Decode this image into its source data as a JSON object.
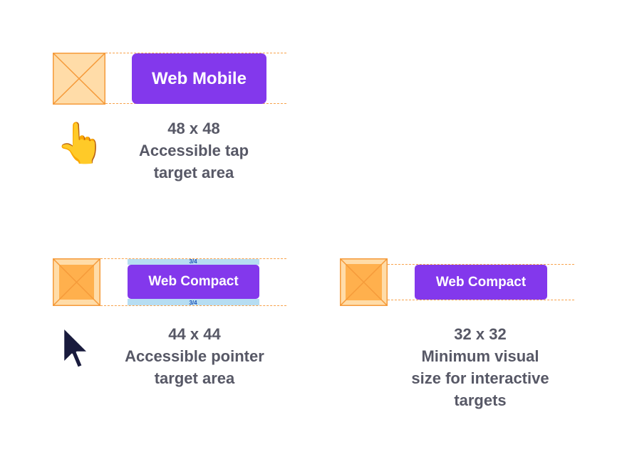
{
  "top": {
    "button_label": "Web Mobile",
    "caption": [
      "48 x 48",
      "Accessible tap",
      "target area"
    ],
    "pointer_glyph": "👆"
  },
  "bottom_left": {
    "button_label": "Web Compact",
    "fraction_top": "3/4",
    "fraction_bottom": "3/4",
    "caption": [
      "44 x 44",
      "Accessible pointer",
      "target area"
    ],
    "pointer": "mouse-cursor-icon"
  },
  "bottom_right": {
    "button_label": "Web Compact",
    "caption": [
      "32 x 32",
      "Minimum visual",
      "size for interactive",
      "targets"
    ]
  },
  "colors": {
    "button": "#8338ec",
    "target_fill": "#ffdca8",
    "target_inner": "#ffb04d",
    "target_stroke": "#f59a3a",
    "guide": "#f7a24a",
    "strip": "#b6ddf2",
    "caption_text": "#575866"
  }
}
